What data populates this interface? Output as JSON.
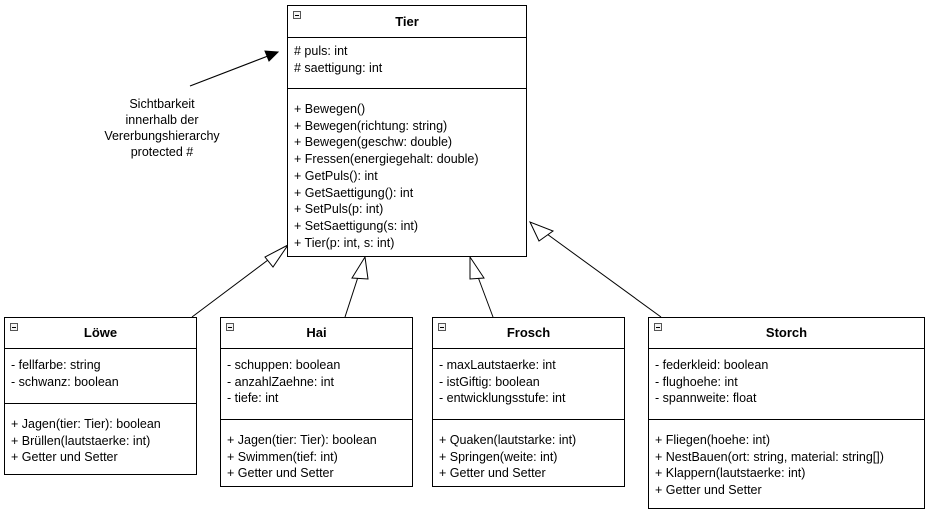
{
  "classes": {
    "tier": {
      "name": "Tier",
      "attributes": [
        "# puls: int",
        "# saettigung: int"
      ],
      "methods": [
        "+ Bewegen()",
        "+ Bewegen(richtung: string)",
        "+ Bewegen(geschw: double)",
        "+ Fressen(energiegehalt: double)",
        "+ GetPuls(): int",
        "+ GetSaettigung(): int",
        "+ SetPuls(p: int)",
        "+ SetSaettigung(s: int)",
        "+ Tier(p: int, s: int)"
      ]
    },
    "loewe": {
      "name": "Löwe",
      "attributes": [
        "- fellfarbe: string",
        "- schwanz: boolean"
      ],
      "methods": [
        "+ Jagen(tier: Tier): boolean",
        "+ Brüllen(lautstaerke: int)",
        "+ Getter und Setter"
      ]
    },
    "hai": {
      "name": "Hai",
      "attributes": [
        "- schuppen: boolean",
        "- anzahlZaehne: int",
        "- tiefe: int"
      ],
      "methods": [
        "+ Jagen(tier: Tier): boolean",
        "+ Swimmen(tief: int)",
        "+ Getter und Setter"
      ]
    },
    "frosch": {
      "name": "Frosch",
      "attributes": [
        "- maxLautstaerke: int",
        "- istGiftig: boolean",
        "- entwicklungsstufe: int"
      ],
      "methods": [
        "+ Quaken(lautstarke: int)",
        "+ Springen(weite: int)",
        "+ Getter und Setter"
      ]
    },
    "storch": {
      "name": "Storch",
      "attributes": [
        "- federkleid: boolean",
        "- flughoehe: int",
        "- spannweite: float"
      ],
      "methods": [
        "+ Fliegen(hoehe: int)",
        "+ NestBauen(ort: string, material: string[])",
        "+ Klappern(lautstaerke: int)",
        "+ Getter und Setter"
      ]
    }
  },
  "note": {
    "lines": [
      "Sichtbarkeit",
      "innerhalb der",
      "Vererbungshierarchy",
      "protected #"
    ]
  }
}
